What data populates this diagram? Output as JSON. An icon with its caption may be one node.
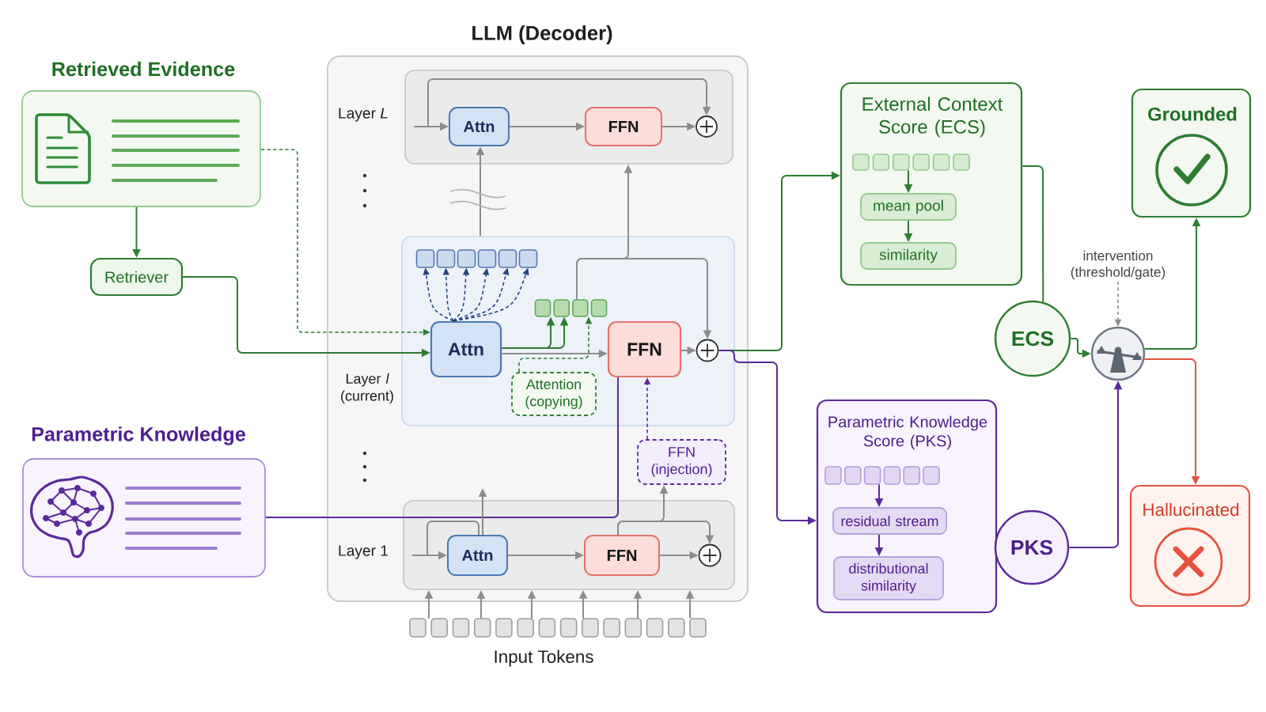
{
  "diagram": {
    "nodes": [
      {
        "text": [
          "Retrieved Evidence"
        ]
      },
      {
        "text": [
          "Retriever"
        ]
      },
      {
        "text": [
          "Parametric Knowledge"
        ]
      },
      {
        "text": [
          "LLM (Decoder)"
        ]
      },
      {
        "text": [
          "Layer *L*"
        ],
        "in": 3
      },
      {
        "text": [
          "Attn"
        ],
        "in": 4
      },
      {
        "text": [
          "FFN"
        ],
        "in": 4
      },
      {
        "text": [],
        "shape": "circle",
        "in": 4
      },
      {
        "text": [
          "Layer *l* (current)"
        ],
        "in": 3
      },
      {
        "text": [],
        "shape": "box",
        "in": 8
      },
      {
        "text": [
          "Attn"
        ],
        "in": 8
      },
      {
        "text": [],
        "shape": "box",
        "in": 8
      },
      {
        "text": [
          "FFN"
        ],
        "in": 8
      },
      {
        "text": [],
        "shape": "circle",
        "in": 8
      },
      {
        "text": [
          "Attention (copying)"
        ],
        "in": 8
      },
      {
        "text": [
          "FFN (injection)"
        ],
        "in": 3
      },
      {
        "text": [
          "Layer 1"
        ],
        "in": 3
      },
      {
        "text": [
          "Attn"
        ],
        "in": 16
      },
      {
        "text": [
          "FFN"
        ],
        "in": 16
      },
      {
        "text": [],
        "shape": "circle",
        "in": 16
      },
      {
        "text": [
          "Input Tokens"
        ]
      },
      {
        "text": [
          "External Context Score (ECS)"
        ]
      },
      {
        "text": [],
        "shape": "box",
        "in": 21
      },
      {
        "text": [
          "mean pool"
        ],
        "in": 21
      },
      {
        "text": [
          "similarity"
        ],
        "in": 21
      },
      {
        "text": [
          "Grounded"
        ]
      },
      {
        "text": [
          "intervention (threshold/gate)"
        ]
      },
      {
        "text": [
          "ECS"
        ]
      },
      {
        "text": [],
        "shape": "circle"
      },
      {
        "text": [
          "Parametric Knowledge Score (PKS)"
        ]
      },
      {
        "text": [],
        "shape": "box",
        "in": 29
      },
      {
        "text": [
          "residual stream"
        ],
        "in": 29
      },
      {
        "text": [
          "distributional similarity"
        ],
        "in": 29
      },
      {
        "text": [
          "PKS"
        ]
      },
      {
        "text": [
          "Hallucinated"
        ]
      }
    ],
    "edges": [
      {
        "from": 0,
        "to": 1,
        "arrow": "to",
        "color": "#2e7d32"
      },
      {
        "from": 0,
        "to": 10,
        "arrow": "to",
        "style": "dashed",
        "color": "#2e7d32"
      },
      {
        "from": 1,
        "to": 10,
        "arrow": "to",
        "color": "#2e7d32"
      },
      {
        "from": 2,
        "to": 12,
        "arrow": "none",
        "color": "#5b2a9a"
      },
      {
        "from": null,
        "to": 5,
        "arrow": "to"
      },
      {
        "from": 5,
        "to": 6,
        "arrow": "to"
      },
      {
        "from": 6,
        "to": 7,
        "arrow": "to"
      },
      {
        "from": null,
        "to": 7,
        "arrow": "to"
      },
      {
        "from": 8,
        "to": 5,
        "arrow": "to"
      },
      {
        "from": 11,
        "to": 4,
        "arrow": "to"
      },
      {
        "from": 10,
        "to": 9,
        "arrow": "to",
        "style": "dashed",
        "color": "#24457f"
      },
      {
        "from": 10,
        "to": 9,
        "arrow": "to",
        "style": "dashed",
        "color": "#24457f"
      },
      {
        "from": 10,
        "to": 9,
        "arrow": "to",
        "style": "dashed",
        "color": "#24457f"
      },
      {
        "from": 10,
        "to": 9,
        "arrow": "to",
        "style": "dashed",
        "color": "#24457f"
      },
      {
        "from": 10,
        "to": 9,
        "arrow": "to",
        "style": "dashed",
        "color": "#24457f"
      },
      {
        "from": 10,
        "to": 9,
        "arrow": "to",
        "style": "dashed",
        "color": "#24457f"
      },
      {
        "from": 10,
        "to": 11,
        "arrow": "to",
        "color": "#2e7d32"
      },
      {
        "from": 10,
        "to": 11,
        "arrow": "to",
        "color": "#2e7d32"
      },
      {
        "from": 14,
        "to": 11,
        "arrow": "to",
        "style": "dashed",
        "color": "#2e7d32"
      },
      {
        "from": 10,
        "to": 12,
        "arrow": "to"
      },
      {
        "from": 11,
        "to": 13,
        "arrow": "to"
      },
      {
        "from": 12,
        "to": 13,
        "arrow": "to"
      },
      {
        "from": 13,
        "to": 21,
        "arrow": "to",
        "color": "#2e7d32"
      },
      {
        "from": 13,
        "to": 29,
        "arrow": "to",
        "color": "#5b2a9a"
      },
      {
        "from": 15,
        "to": 12,
        "arrow": "to",
        "style": "dashed",
        "color": "#5b2a9a"
      },
      {
        "from": null,
        "to": 17,
        "arrow": "to"
      },
      {
        "from": null,
        "to": 17,
        "arrow": "none"
      },
      {
        "from": 17,
        "to": null,
        "arrow": "to"
      },
      {
        "from": 17,
        "to": 18,
        "arrow": "to"
      },
      {
        "from": 18,
        "to": 19,
        "arrow": "to"
      },
      {
        "from": 18,
        "to": 19,
        "arrow": "to"
      },
      {
        "from": 18,
        "to": 15,
        "arrow": "to"
      },
      {
        "from": 20,
        "to": 16,
        "arrow": "to"
      },
      {
        "from": 20,
        "to": 16,
        "arrow": "to"
      },
      {
        "from": 20,
        "to": 16,
        "arrow": "to"
      },
      {
        "from": 20,
        "to": 16,
        "arrow": "to"
      },
      {
        "from": 20,
        "to": 16,
        "arrow": "to"
      },
      {
        "from": 20,
        "to": 16,
        "arrow": "to"
      },
      {
        "from": 22,
        "to": 23,
        "arrow": "to",
        "color": "#2e7d32"
      },
      {
        "from": 23,
        "to": 24,
        "arrow": "to",
        "color": "#2e7d32"
      },
      {
        "from": 21,
        "to": 27,
        "arrow": "none",
        "color": "#2e7d32"
      },
      {
        "from": 27,
        "to": 28,
        "arrow": "to",
        "color": "#2e7d32"
      },
      {
        "from": 26,
        "to": 28,
        "arrow": "to",
        "style": "dashed"
      },
      {
        "from": 28,
        "to": 25,
        "arrow": "to",
        "color": "#2e7d32"
      },
      {
        "from": 28,
        "to": 34,
        "arrow": "to",
        "color": "#e5533e"
      },
      {
        "from": 30,
        "to": 31,
        "arrow": "to",
        "color": "#5b2a9a"
      },
      {
        "from": 31,
        "to": 32,
        "arrow": "to",
        "color": "#5b2a9a"
      },
      {
        "from": 33,
        "to": 28,
        "arrow": "to",
        "color": "#5b2a9a"
      }
    ]
  }
}
